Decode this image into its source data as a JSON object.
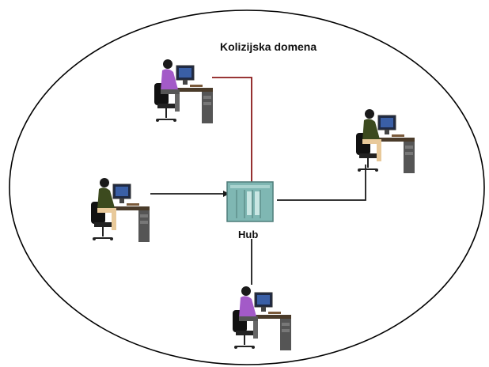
{
  "diagram": {
    "domain_label": "Kolizijska domena",
    "hub_label": "Hub",
    "nodes": [
      {
        "icon": "workstation-user-icon",
        "role": "workstation-top",
        "shirt": "purple"
      },
      {
        "icon": "workstation-user-icon",
        "role": "workstation-left",
        "shirt": "dark-green"
      },
      {
        "icon": "workstation-user-icon",
        "role": "workstation-right",
        "shirt": "dark-green"
      },
      {
        "icon": "workstation-user-icon",
        "role": "workstation-bottom",
        "shirt": "purple"
      },
      {
        "icon": "hub-icon",
        "role": "hub"
      }
    ],
    "colors": {
      "boundary": "#000000",
      "link": "#1a1a1a",
      "link_top": "#8b1a1a",
      "hub": "#7fb7b3",
      "shirt_purple": "#a35ac8",
      "shirt_green": "#3c4a1e"
    }
  }
}
